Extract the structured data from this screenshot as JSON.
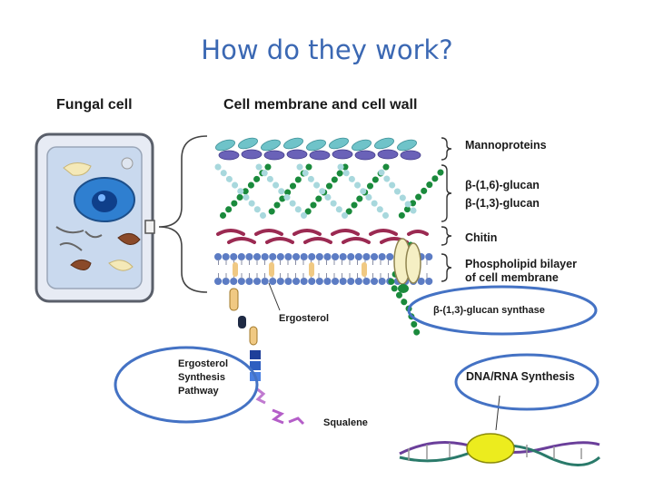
{
  "slide": {
    "title": "How do they work?"
  },
  "panels": {
    "fungal_cell": "Fungal cell",
    "membrane": "Cell membrane and cell wall"
  },
  "layers": {
    "mannoproteins": "Mannoproteins",
    "b16_glucan": "β-(1,6)-glucan",
    "b13_glucan": "β-(1,3)-glucan",
    "chitin": "Chitin",
    "bilayer_line1": "Phospholipid bilayer",
    "bilayer_line2": "of cell membrane"
  },
  "pathway": {
    "ergosterol": "Ergosterol",
    "synthase": "β-(1,3)-glucan synthase",
    "synth_line1": "Ergosterol",
    "synth_line2": "Synthesis",
    "synth_line3": "Pathway",
    "squalene": "Squalene",
    "dna": "DNA/RNA Synthesis"
  },
  "colors": {
    "title": "#3b68b3",
    "highlight_ellipse": "#4472c4",
    "glucan_green": "#1a8a3c",
    "membrane_blue": "#5c7cc4"
  }
}
